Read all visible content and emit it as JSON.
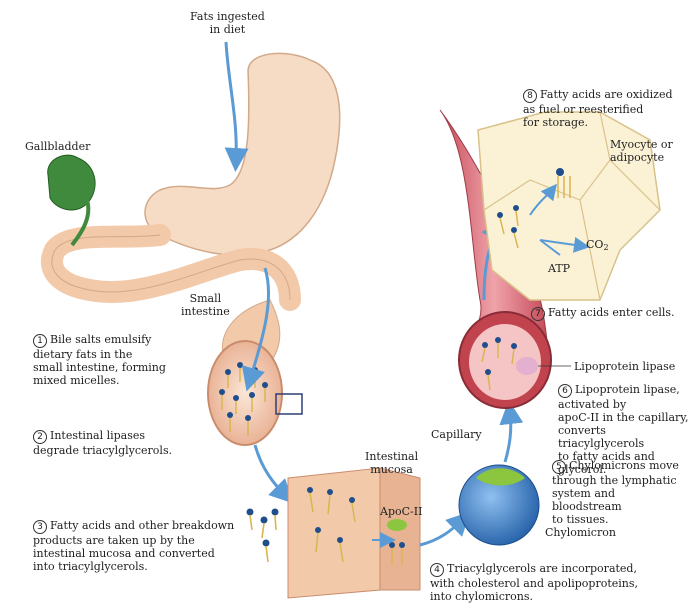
{
  "labels": {
    "fats_ingested": "Fats ingested\nin diet",
    "gallbladder": "Gallbladder",
    "small_intestine": "Small\nintestine",
    "intestinal_mucosa": "Intestinal\nmucosa",
    "apoc2": "ApoC-II",
    "chylomicron": "Chylomicron",
    "capillary": "Capillary",
    "lipoprotein_lipase": "Lipoprotein lipase",
    "myocyte": "Myocyte or\nadipocyte",
    "co2": "CO",
    "co2_sub": "2",
    "atp": "ATP"
  },
  "steps": [
    {
      "num": "1",
      "text": "Bile salts emulsify\ndietary fats in the\nsmall intestine, forming\nmixed micelles."
    },
    {
      "num": "2",
      "text": "Intestinal lipases\ndegrade triacylglycerols."
    },
    {
      "num": "3",
      "text": "Fatty acids and other breakdown\nproducts are taken up by the\nintestinal mucosa and converted\ninto triacylglycerols."
    },
    {
      "num": "4",
      "text": "Triacylglycerols are incorporated,\nwith cholesterol and apolipoproteins,\ninto chylomicrons."
    },
    {
      "num": "5",
      "text": "Chylomicrons move\nthrough the lymphatic\nsystem and\nbloodstream\nto tissues."
    },
    {
      "num": "6",
      "text": "Lipoprotein lipase,\nactivated by\napoC-II in the capillary,\nconverts triacylglycerols\nto fatty acids and glycerol."
    },
    {
      "num": "7",
      "text": "Fatty acids enter cells."
    },
    {
      "num": "8",
      "text": "Fatty acids are oxidized\nas fuel or reesterified\nfor storage."
    }
  ],
  "colors": {
    "stomach": "#f6dcc4",
    "intestine": "#f2c9a9",
    "gallbladder": "#3f8a3c",
    "arrow": "#5b9bd5",
    "capillary": "#d9707a",
    "chylomicron": "#2f6fb5",
    "cap_green": "#8cc63f",
    "cell": "#fbf2d6",
    "fatty_acid": "#d9b650",
    "head": "#1f4e8c",
    "lipase": "#e4b0cf"
  }
}
